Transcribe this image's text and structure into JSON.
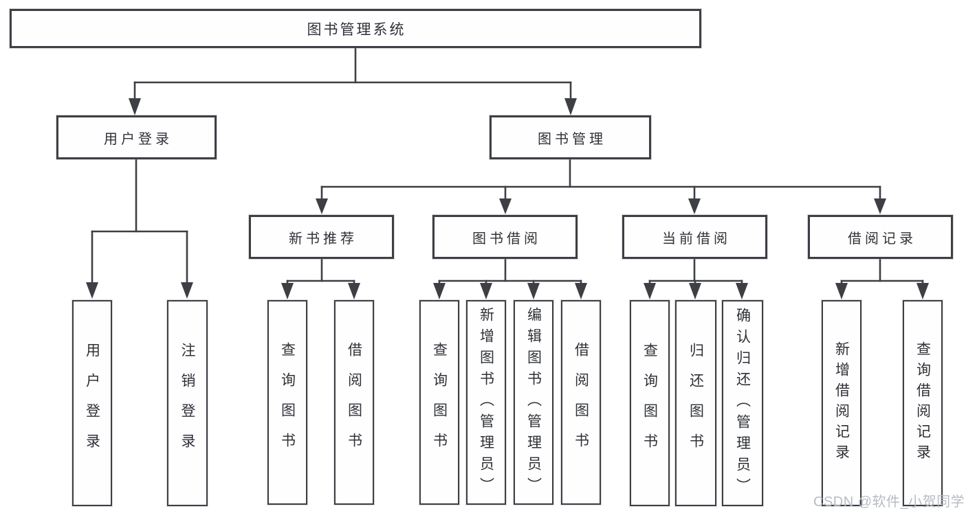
{
  "diagram": {
    "root": "图书管理系统",
    "branches": {
      "user": {
        "label": "用户登录",
        "children": [
          "用户登录",
          "注销登录"
        ]
      },
      "book": {
        "label": "图书管理",
        "groups": [
          {
            "label": "新书推荐",
            "children": [
              "查询图书",
              "借阅图书"
            ]
          },
          {
            "label": "图书借阅",
            "children": [
              "查询图书",
              "新增图书（管理员）",
              "编辑图书（管理员）",
              "借阅图书"
            ]
          },
          {
            "label": "当前借阅",
            "children": [
              "查询图书",
              "归还图书",
              "确认归还（管理员）"
            ]
          },
          {
            "label": "借阅记录",
            "children": [
              "新增借阅记录",
              "查询借阅记录"
            ]
          }
        ]
      }
    }
  },
  "watermark": "CSDN @软件_小贺同学",
  "colors": {
    "line": "#3d3f44",
    "box_border": "#3d3f44",
    "text": "#2f3137",
    "watermark": "#b7bcc3",
    "background": "#ffffff"
  }
}
